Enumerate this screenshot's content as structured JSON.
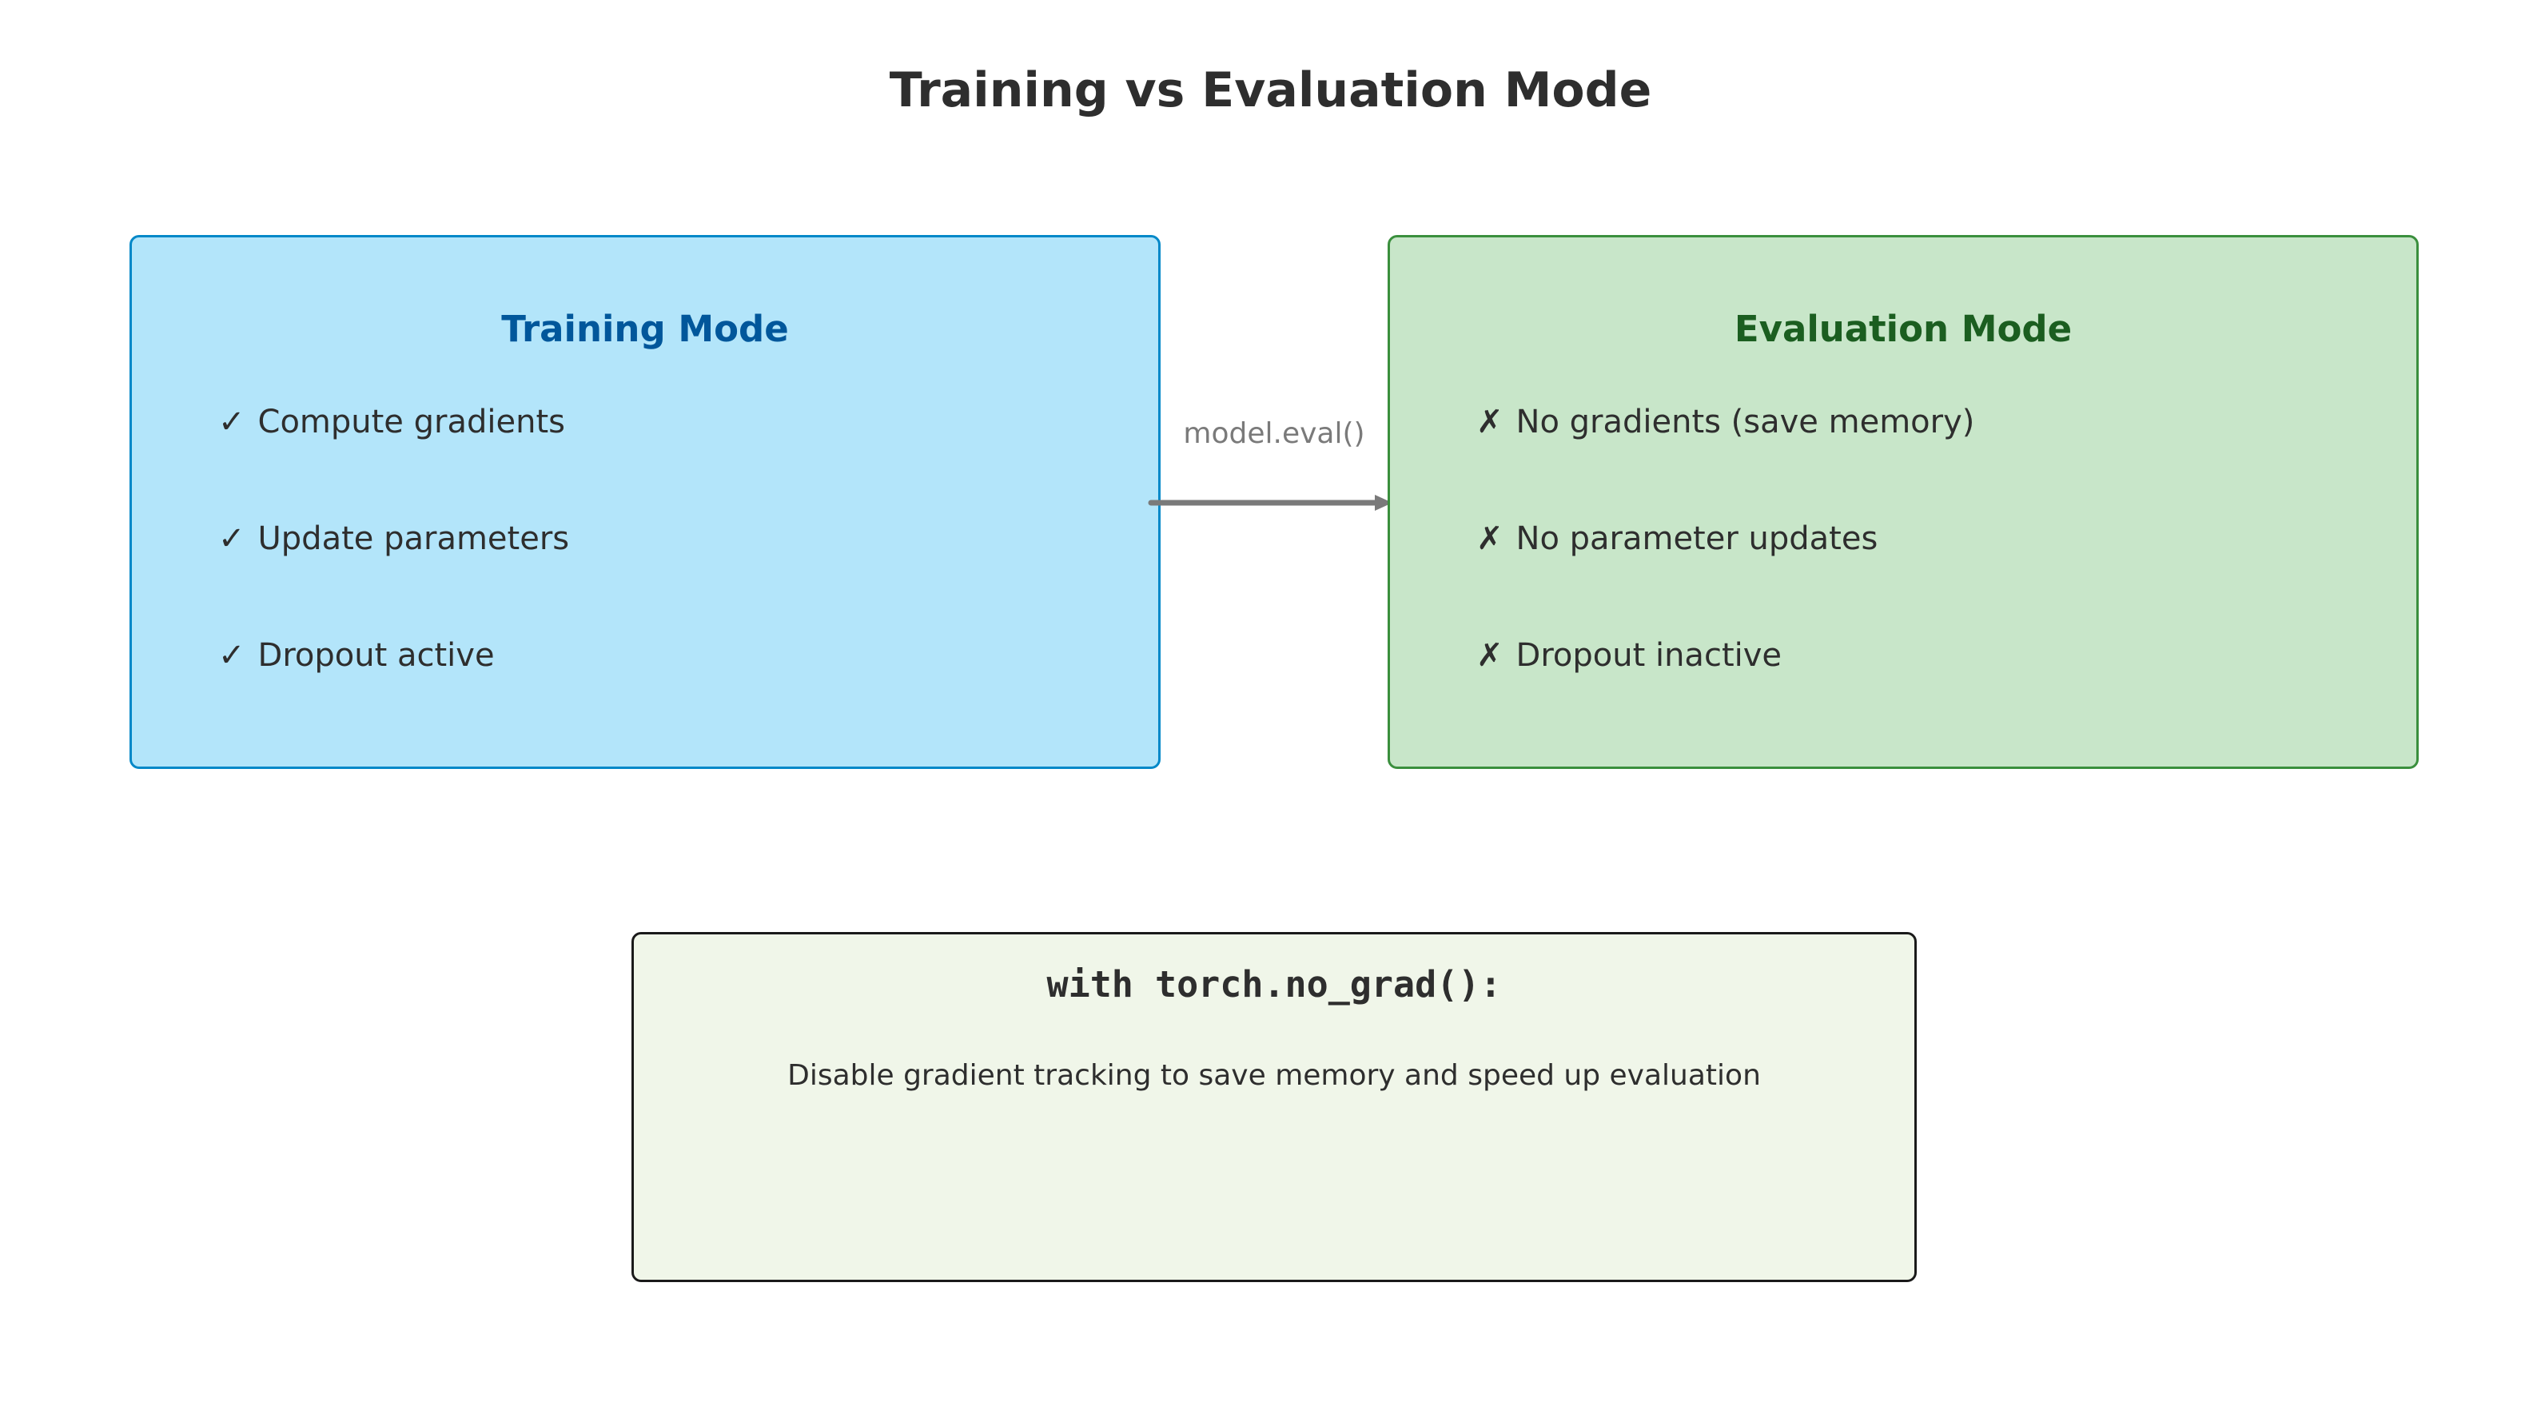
{
  "title": "Training vs Evaluation Mode",
  "colors": {
    "training_fill": "#b3e5fa",
    "training_border": "#0288c8",
    "training_title": "#01579b",
    "evaluation_fill": "#c8e6c9",
    "evaluation_border": "#3a8f3d",
    "evaluation_title": "#1b5e20",
    "arrow": "#7a7a7a",
    "note_fill": "#f0f6e9"
  },
  "training": {
    "heading": "Training Mode",
    "items": [
      {
        "mark": "✓",
        "text": "Compute gradients"
      },
      {
        "mark": "✓",
        "text": "Update parameters"
      },
      {
        "mark": "✓",
        "text": "Dropout active"
      }
    ]
  },
  "transition": {
    "label": "model.eval()"
  },
  "evaluation": {
    "heading": "Evaluation Mode",
    "items": [
      {
        "mark": "✗",
        "text": "No gradients (save memory)"
      },
      {
        "mark": "✗",
        "text": "No parameter updates"
      },
      {
        "mark": "✗",
        "text": "Dropout inactive"
      }
    ]
  },
  "note": {
    "code": "with torch.no_grad():",
    "description": "Disable gradient tracking to save memory and speed up evaluation"
  }
}
